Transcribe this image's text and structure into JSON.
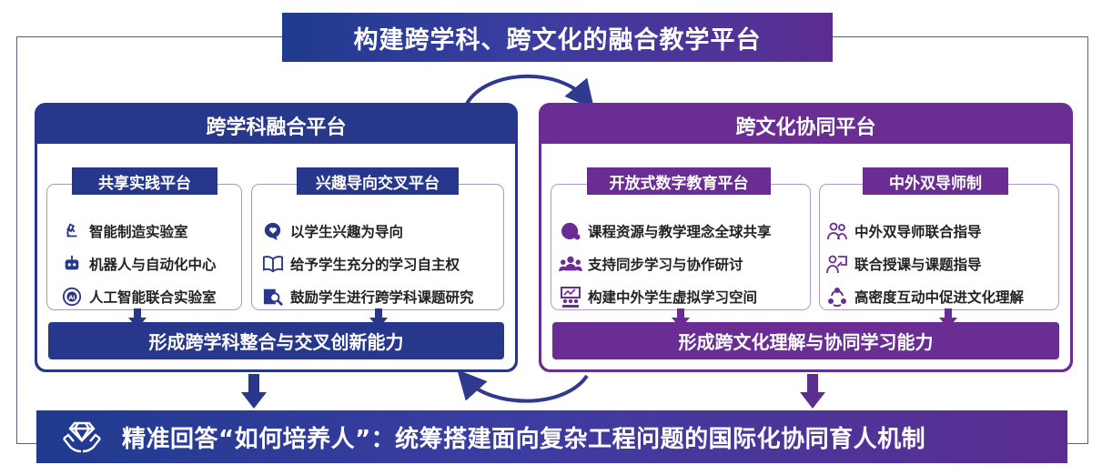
{
  "title": "构建跨学科、跨文化的融合教学平台",
  "colors": {
    "blue": "#27378b",
    "purple": "#6a2d93"
  },
  "left_panel": {
    "title": "跨学科融合平台",
    "boxes": [
      {
        "header": "共享实践平台",
        "items": [
          {
            "icon": "microscope-icon",
            "text": "智能制造实验室"
          },
          {
            "icon": "robot-icon",
            "text": "机器人与自动化中心"
          },
          {
            "icon": "ai-chip-icon",
            "text": "人工智能联合实验室"
          }
        ]
      },
      {
        "header": "兴趣导向交叉平台",
        "items": [
          {
            "icon": "heart-chat-icon",
            "text": "以学生兴趣为导向"
          },
          {
            "icon": "open-book-icon",
            "text": "给予学生充分的学习自主权"
          },
          {
            "icon": "book-search-icon",
            "text": "鼓励学生进行跨学科课题研究"
          }
        ]
      }
    ],
    "result": "形成跨学科整合与交叉创新能力"
  },
  "right_panel": {
    "title": "跨文化协同平台",
    "boxes": [
      {
        "header": "开放式数字教育平台",
        "items": [
          {
            "icon": "globe-network-icon",
            "text": "课程资源与教学理念全球共享"
          },
          {
            "icon": "group-icon",
            "text": "支持同步学习与协作研讨"
          },
          {
            "icon": "virtual-classroom-icon",
            "text": "构建中外学生虚拟学习空间"
          }
        ]
      },
      {
        "header": "中外双导师制",
        "items": [
          {
            "icon": "two-people-icon",
            "text": "中外双导师联合指导"
          },
          {
            "icon": "teacher-icon",
            "text": "联合授课与课题指导"
          },
          {
            "icon": "interaction-cycle-icon",
            "text": "高密度互动中促进文化理解"
          }
        ]
      }
    ],
    "result": "形成跨文化理解与协同学习能力"
  },
  "bottom": {
    "icon": "diamond-hands-icon",
    "text": "精准回答“如何培养人”：统筹搭建面向复杂工程问题的国际化协同育人机制"
  }
}
